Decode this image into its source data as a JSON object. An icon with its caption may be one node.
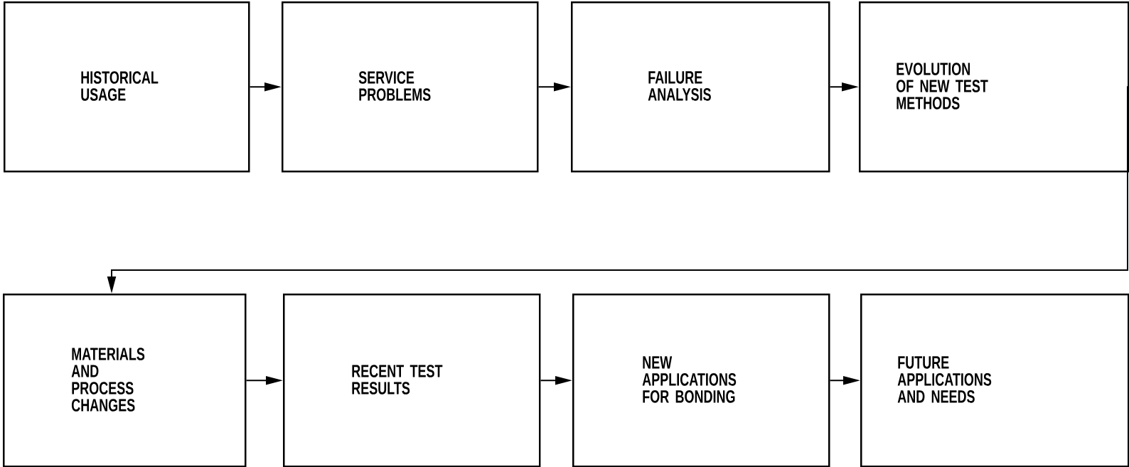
{
  "diagram": {
    "nodes": [
      {
        "text": [
          "HISTORICAL USAGE"
        ]
      },
      {
        "text": [
          "SERVICE PROBLEMS"
        ]
      },
      {
        "text": [
          "FAILURE ANALYSIS"
        ]
      },
      {
        "text": [
          "EVOLUTION OF NEW TEST METHODS"
        ]
      },
      {
        "text": [
          "MATERIALS AND PROCESS CHANGES"
        ]
      },
      {
        "text": [
          "RECENT TEST RESULTS"
        ]
      },
      {
        "text": [
          "NEW APPLICATIONS FOR BONDING"
        ]
      },
      {
        "text": [
          "FUTURE APPLICATIONS AND NEEDS"
        ]
      }
    ],
    "edges": [
      {
        "from": 0,
        "to": 1,
        "arrow": "to"
      },
      {
        "from": 1,
        "to": 2,
        "arrow": "to"
      },
      {
        "from": 2,
        "to": 3,
        "arrow": "to"
      },
      {
        "from": 3,
        "to": 4,
        "arrow": "to"
      },
      {
        "from": 4,
        "to": 5,
        "arrow": "to"
      },
      {
        "from": 5,
        "to": 6,
        "arrow": "to"
      },
      {
        "from": 6,
        "to": 7,
        "arrow": "to"
      }
    ]
  }
}
